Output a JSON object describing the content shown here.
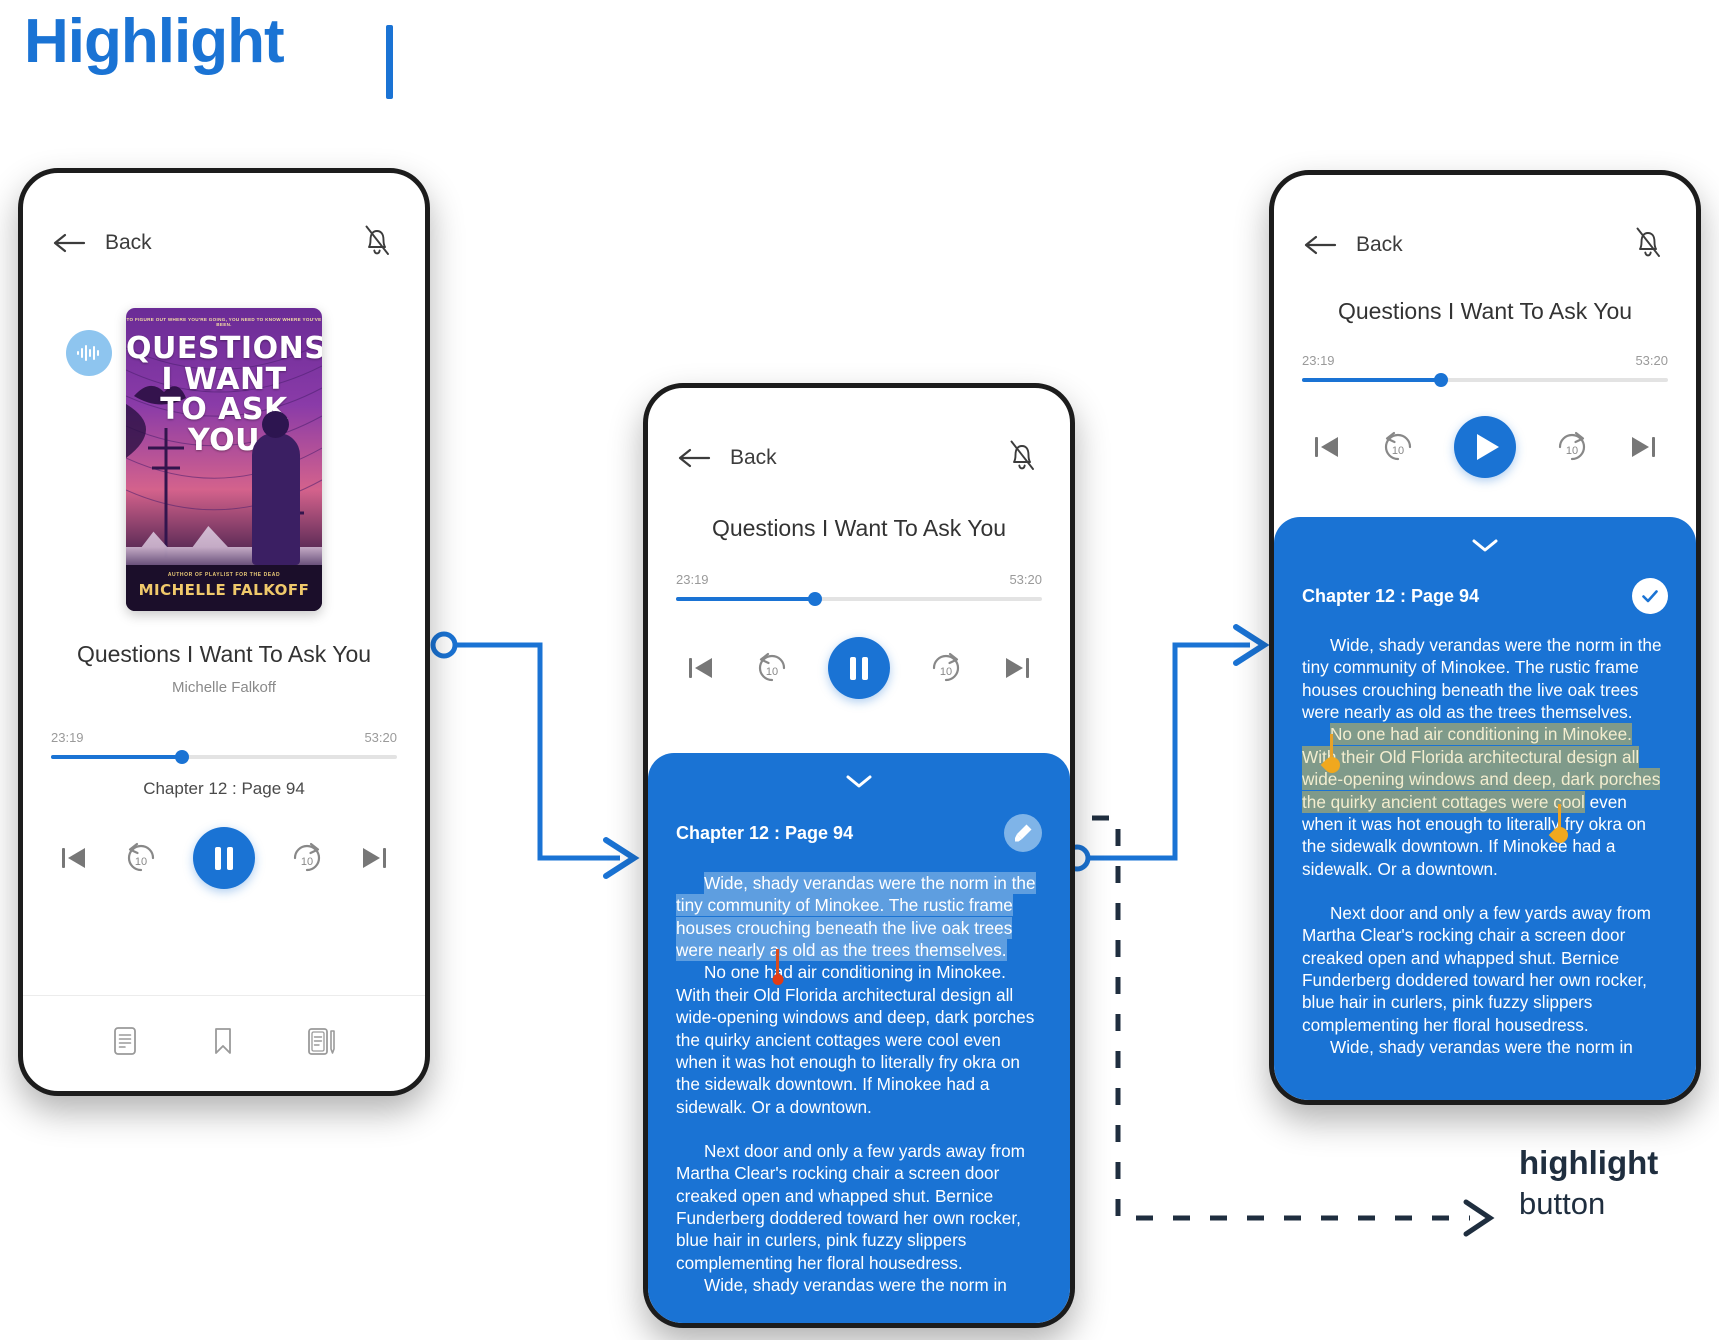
{
  "heading": {
    "title": "Highlight"
  },
  "caption": {
    "line1": "highlight",
    "line2": "button"
  },
  "common": {
    "back_label": "Back",
    "bell_icon": "bell-off-icon",
    "book_title": "Questions I Want To Ask You",
    "book_author": "Michelle Falkoff",
    "time_elapsed": "23:19",
    "time_total": "53:20",
    "chapter_line": "Chapter 12 : Page 94",
    "progress_percent": 44,
    "accent_color": "#1a73d4",
    "sheet_color": "#1a73d4",
    "selection_color": "#5e9ee0",
    "highlight_color": "#7f9a8a",
    "handle_color": "#f0a81e",
    "transport": {
      "prev_label": "skip-previous",
      "back10_label": "10",
      "fwd10_label": "10",
      "next_label": "skip-next"
    }
  },
  "phone1": {
    "cover": {
      "tagline": "TO FIGURE OUT WHERE YOU'RE GOING, YOU NEED TO KNOW WHERE YOU'VE BEEN.",
      "title_lines": [
        "QUESTIONS",
        "I WANT",
        "TO ASK",
        "YOU"
      ],
      "author_line": "AUTHOR OF PLAYLIST FOR THE DEAD",
      "author": "MICHELLE FALKOFF"
    },
    "play_state": "pause",
    "nav_items": [
      {
        "icon": "document-icon",
        "label": "Contents"
      },
      {
        "icon": "bookmark-icon",
        "label": "Bookmarks"
      },
      {
        "icon": "notes-pencil-icon",
        "label": "Notes"
      }
    ]
  },
  "phone2": {
    "play_state": "pause",
    "sheet": {
      "collapse_icon": "chevron-down-icon",
      "chapter": "Chapter 12 : Page 94",
      "action_icon": "highlighter-pen-icon",
      "paragraphs": [
        {
          "mode": "selected",
          "text": "Wide, shady verandas were the norm in the tiny community of Minokee. The rustic frame houses crouching beneath the live oak trees were nearly as old as the trees themselves."
        },
        {
          "mode": "plain",
          "text": "No one had air conditioning in Minokee. With their Old Florida architectural design all wide-opening windows and deep, dark porches the quirky ancient cottages were cool even when it was hot enough to literally fry okra on the sidewalk downtown. If Minokee had a sidewalk. Or a downtown."
        },
        {
          "mode": "plain",
          "text": "Next door and only a few yards away from Martha Clear's rocking chair a screen door creaked open and whapped shut. Bernice Funderberg doddered toward her own rocker, blue hair in curlers, pink fuzzy slippers complementing her floral housedress."
        },
        {
          "mode": "plain",
          "text": "Wide, shady verandas were the norm in"
        }
      ]
    }
  },
  "phone3": {
    "play_state": "play",
    "sheet": {
      "collapse_icon": "chevron-down-icon",
      "chapter": "Chapter 12 : Page 94",
      "action_icon": "check-circle-icon",
      "para1": "Wide, shady verandas were the norm in the tiny community of Minokee. The rustic frame houses crouching beneath the live oak trees were nearly as old as the trees themselves.",
      "para2_highlighted": "No one had air conditioning in Minokee. With their Old Florida architectural design all wide-opening windows and deep, dark porches the quirky ancient cottages were cool",
      "para2_rest": " even when it was hot enough to literally fry okra on the sidewalk downtown. If Minokee had a sidewalk. Or a downtown.",
      "para3": "Next door and only a few yards away from Martha Clear's rocking chair a screen door creaked open and whapped shut. Bernice Funderberg doddered toward her own rocker, blue hair in curlers, pink fuzzy slippers complementing her floral housedress.",
      "para4": "Wide, shady verandas were the norm in"
    }
  }
}
